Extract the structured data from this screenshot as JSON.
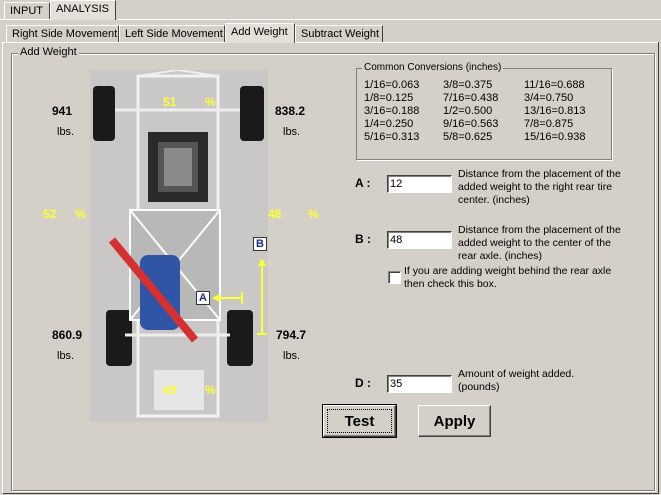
{
  "top_tabs": [
    {
      "label": "INPUT",
      "active": false
    },
    {
      "label": "ANALYSIS",
      "active": true
    }
  ],
  "sub_tabs": [
    {
      "label": "Right Side Movement",
      "active": false
    },
    {
      "label": "Left Side Movement",
      "active": false
    },
    {
      "label": "Add Weight",
      "active": true
    },
    {
      "label": "Subtract Weight",
      "active": false
    }
  ],
  "group_title": "Add Weight",
  "car": {
    "front_left_weight": "941",
    "front_right_weight": "838.2",
    "rear_left_weight": "860.9",
    "rear_right_weight": "794.7",
    "lbs_label": "lbs.",
    "front_pct": "51",
    "rear_pct": "49",
    "left_pct": "52",
    "right_pct": "48",
    "pct_sign": "%",
    "marker_a": "A",
    "marker_b": "B"
  },
  "conversions": {
    "title": "Common Conversions (inches)",
    "columns": [
      [
        "1/16=0.063",
        "1/8=0.125",
        "3/16=0.188",
        "1/4=0.250",
        "5/16=0.313"
      ],
      [
        "3/8=0.375",
        "7/16=0.438",
        "1/2=0.500",
        "9/16=0.563",
        "5/8=0.625"
      ],
      [
        "11/16=0.688",
        "3/4=0.750",
        "13/16=0.813",
        "7/8=0.875",
        "15/16=0.938"
      ]
    ]
  },
  "fields": {
    "a_label": "A :",
    "a_value": "12",
    "a_desc": "Distance from the placement of the added weight to the right rear tire center.  (inches)",
    "b_label": "B :",
    "b_value": "48",
    "b_desc": "Distance from the placement of the added weight to the center of the rear axle.  (inches)",
    "behind_axle_label": "If you are adding weight behind the rear axle then check this box.",
    "behind_axle_checked": false,
    "d_label": "D :",
    "d_value": "35",
    "d_desc": "Amount of weight added. (pounds)"
  },
  "buttons": {
    "test": "Test",
    "apply": "Apply"
  }
}
